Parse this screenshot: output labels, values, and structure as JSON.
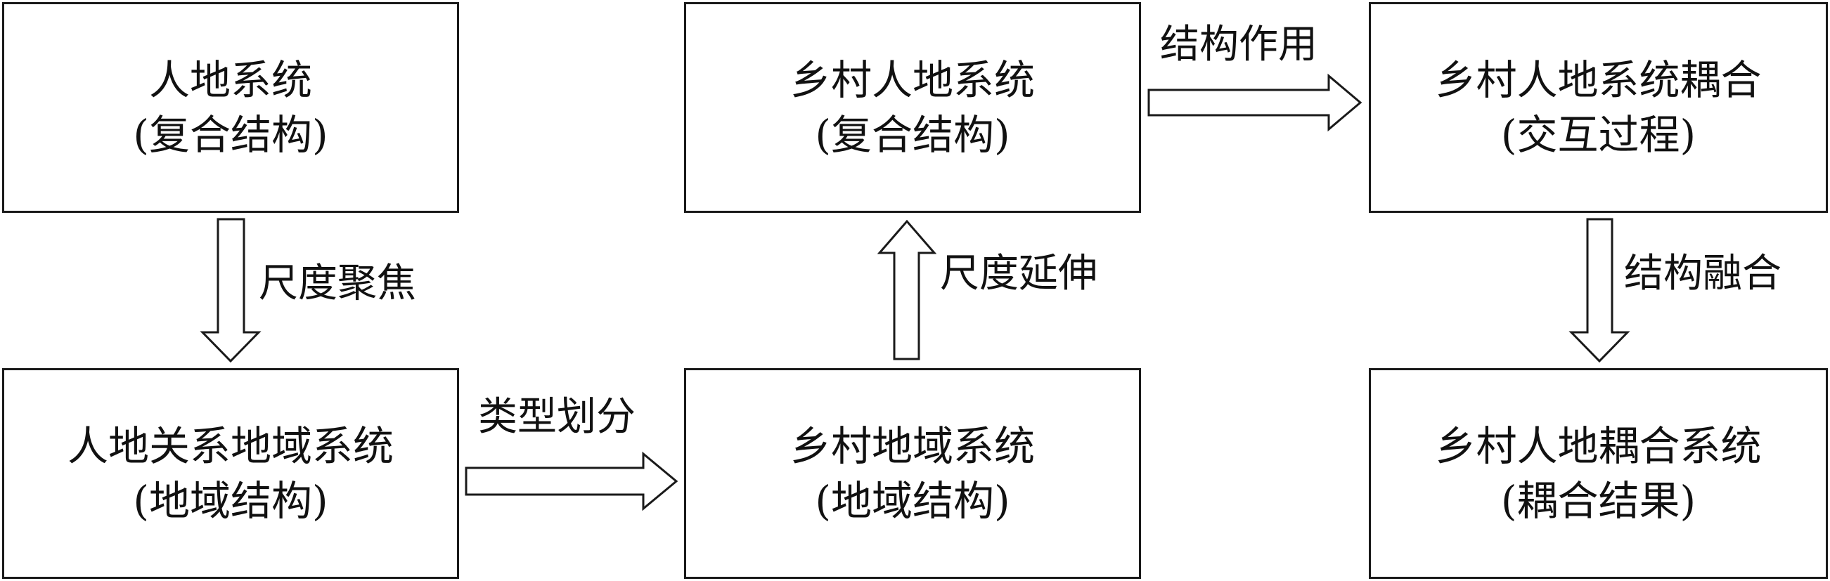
{
  "boxes": {
    "human_land_system": {
      "line1": "人地系统",
      "line2": "(复合结构)"
    },
    "human_land_regional_system": {
      "line1": "人地关系地域系统",
      "line2": "(地域结构)"
    },
    "rural_human_land_system": {
      "line1": "乡村人地系统",
      "line2": "(复合结构)"
    },
    "rural_regional_system": {
      "line1": "乡村地域系统",
      "line2": "(地域结构)"
    },
    "rural_coupling_process": {
      "line1": "乡村人地系统耦合",
      "line2": "(交互过程)"
    },
    "rural_coupled_system": {
      "line1": "乡村人地耦合系统",
      "line2": "(耦合结果)"
    }
  },
  "arrows": {
    "scale_focus": "尺度聚焦",
    "type_division": "类型划分",
    "scale_extension": "尺度延伸",
    "structural_effect": "结构作用",
    "structural_fusion": "结构融合"
  }
}
